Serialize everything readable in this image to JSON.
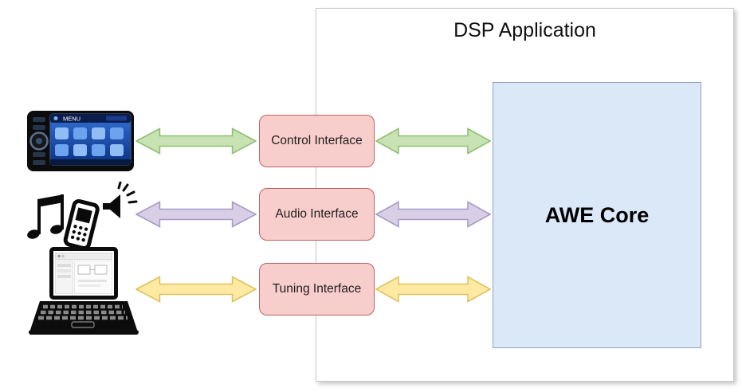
{
  "diagram": {
    "title": "DSP Application",
    "core": {
      "label": "AWE Core"
    },
    "interfaces": [
      {
        "label": "Control Interface",
        "arrow_color": "green"
      },
      {
        "label": "Audio Interface",
        "arrow_color": "purple"
      },
      {
        "label": "Tuning Interface",
        "arrow_color": "yellow"
      }
    ],
    "devices": [
      {
        "name": "car-head-unit",
        "screen_text": "MENU"
      },
      {
        "name": "audio-sources"
      },
      {
        "name": "laptop"
      }
    ]
  },
  "colors": {
    "green": {
      "fill": "#c9e2b3",
      "stroke": "#8fbf72"
    },
    "purple": {
      "fill": "#d8cfe6",
      "stroke": "#a79bc8"
    },
    "yellow": {
      "fill": "#ffe9a3",
      "stroke": "#dcc35d"
    },
    "interface_box": {
      "fill": "#f8cecc",
      "stroke": "#bb6360"
    },
    "core_box": {
      "fill": "#dbe8f8",
      "stroke": "#8fa3c2"
    }
  }
}
